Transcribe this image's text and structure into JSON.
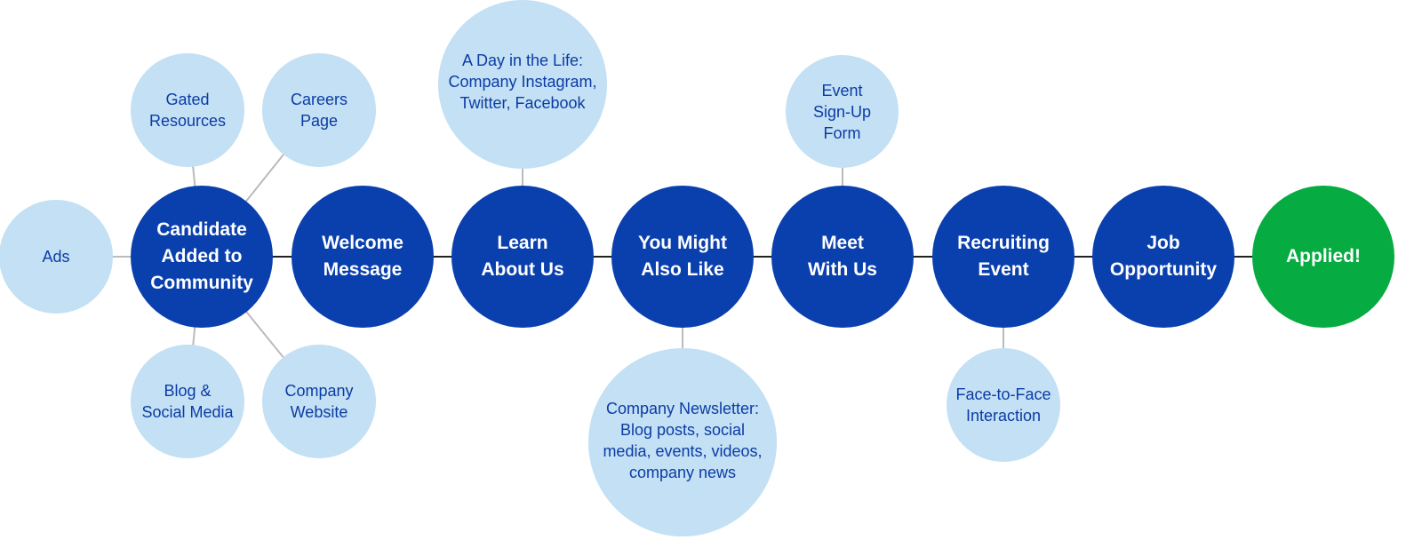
{
  "colors": {
    "main_node": "#0a40ad",
    "sub_node": "#c3e0f4",
    "sub_text": "#0b3ca5",
    "goal_node": "#06ab41",
    "main_connector": "#222222",
    "sub_connector": "#bbbbbb"
  },
  "stages": [
    {
      "id": "candidate",
      "label": "Candidate\nAdded to\nCommunity"
    },
    {
      "id": "welcome",
      "label": "Welcome\nMessage"
    },
    {
      "id": "learn",
      "label": "Learn\nAbout Us"
    },
    {
      "id": "might-like",
      "label": "You Might\nAlso Like"
    },
    {
      "id": "meet",
      "label": "Meet\nWith Us"
    },
    {
      "id": "recruiting",
      "label": "Recruiting\nEvent"
    },
    {
      "id": "job",
      "label": "Job\nOpportunity"
    },
    {
      "id": "applied",
      "label": "Applied!"
    }
  ],
  "touchpoints": [
    {
      "id": "ads",
      "label": "Ads",
      "parent": "candidate"
    },
    {
      "id": "gated",
      "label": "Gated\nResources",
      "parent": "candidate"
    },
    {
      "id": "careers",
      "label": "Careers\nPage",
      "parent": "candidate"
    },
    {
      "id": "blog",
      "label": "Blog &\nSocial Media",
      "parent": "candidate"
    },
    {
      "id": "website",
      "label": "Company\nWebsite",
      "parent": "candidate"
    },
    {
      "id": "day-life",
      "label": "A Day in the Life:\nCompany Instagram,\nTwitter, Facebook",
      "parent": "learn"
    },
    {
      "id": "newsletter",
      "label": "Company Newsletter:\nBlog posts, social\nmedia, events, videos,\ncompany news",
      "parent": "might-like"
    },
    {
      "id": "signup",
      "label": "Event\nSign-Up\nForm",
      "parent": "meet"
    },
    {
      "id": "face",
      "label": "Face-to-Face\nInteraction",
      "parent": "recruiting"
    }
  ]
}
